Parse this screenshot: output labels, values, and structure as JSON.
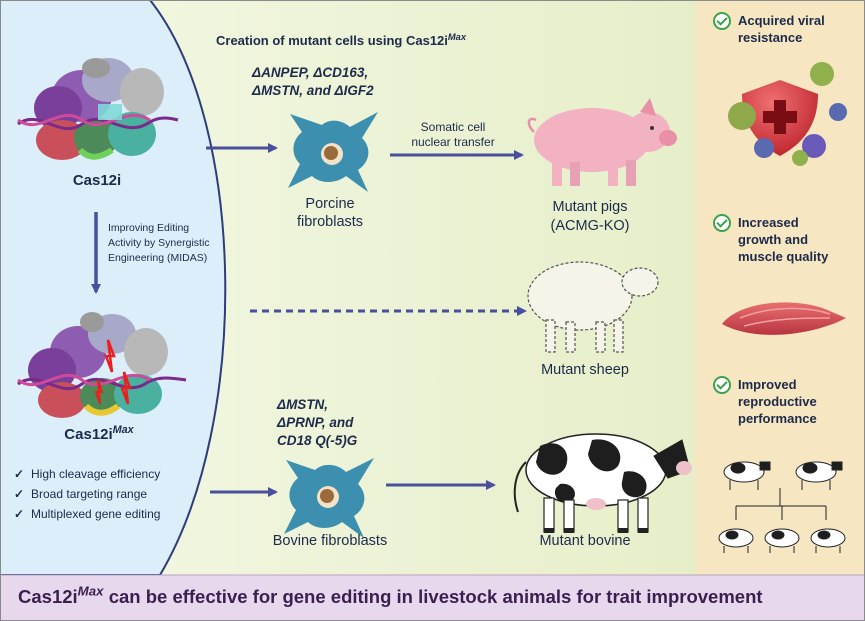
{
  "header": {
    "title_main": "Creation of mutant cells using Cas12i",
    "title_sup": "Max"
  },
  "left": {
    "cas12i_label": "Cas12i",
    "improvement_lines": [
      "Improving Editing",
      "Activity by Synergistic",
      "Engineering (MIDAS)"
    ],
    "cas12imax_label": "Cas12i",
    "cas12imax_sup": "Max",
    "features": [
      {
        "icon": "check-mark-icon",
        "text": "High cleavage efficiency"
      },
      {
        "icon": "check-mark-icon",
        "text": "Broad targeting range"
      },
      {
        "icon": "check-mark-icon",
        "text": "Multiplexed gene editing"
      }
    ]
  },
  "porcine": {
    "genes_line1": "ΔANPEP, ΔCD163,",
    "genes_line2": "ΔMSTN, and ΔIGF2",
    "cell_line1": "Porcine",
    "cell_line2": "fibroblasts",
    "transfer_line1": "Somatic cell",
    "transfer_line2": "nuclear transfer",
    "result_line1": "Mutant pigs",
    "result_line2": "(ACMG-KO)"
  },
  "sheep": {
    "result": "Mutant sheep"
  },
  "bovine": {
    "genes_line1": "ΔMSTN,",
    "genes_line2": "ΔPRNP, and",
    "genes_line3": "CD18 Q(-5)G",
    "cell": "Bovine fibroblasts",
    "result": "Mutant bovine"
  },
  "traits": [
    {
      "line1": "Acquired viral",
      "line2": "resistance",
      "line3": ""
    },
    {
      "line1": "Increased",
      "line2": "growth and",
      "line3": "muscle quality"
    },
    {
      "line1": "Improved",
      "line2": "reproductive",
      "line3": "performance"
    }
  ],
  "footer": {
    "prefix": "Cas12i",
    "sup": "Max",
    "rest": " can be effective for gene editing in livestock animals for trait improvement"
  },
  "colors": {
    "arrow": "#4a4f9c",
    "left_panel": "#dceefa",
    "right_panel": "#f6e6c2",
    "footer_bg": "#e8d8ee",
    "footer_text": "#3b1f4f",
    "check": "#3ea24a"
  }
}
